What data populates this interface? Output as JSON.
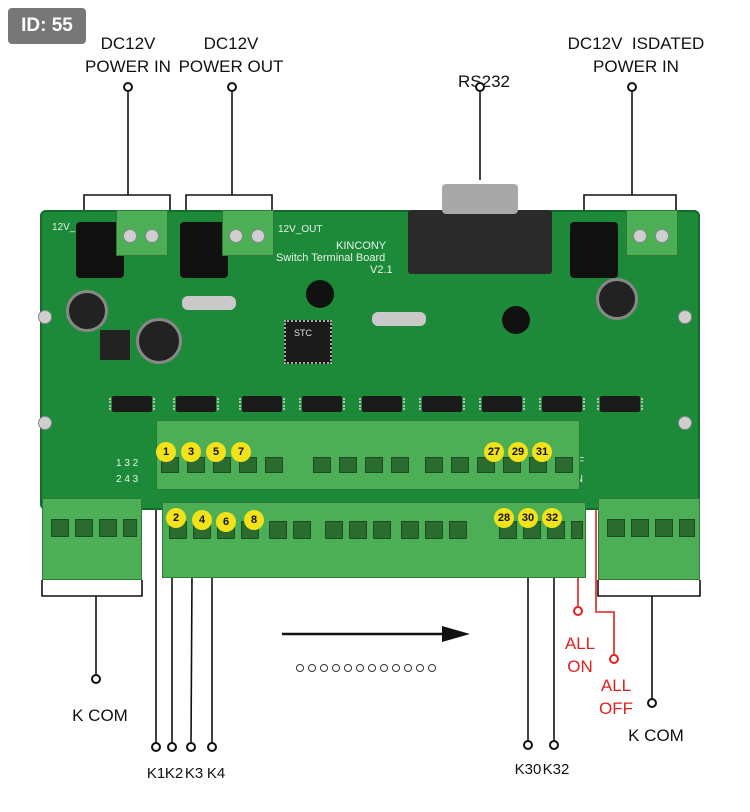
{
  "id_badge": "ID: 55",
  "labels": {
    "power_in": "DC12V\nPOWER IN",
    "power_out": "DC12V\nPOWER OUT",
    "rs232": "RS232",
    "isolated_power_in": "DC12V  ISDATED\nPOWER IN",
    "k_com_left": "K COM",
    "k_com_right": "K COM",
    "k1": "K1",
    "k2": "K2",
    "k3": "K3",
    "k4": "K4",
    "k30": "K30",
    "k32": "K32",
    "all_on": "ALL\nON",
    "all_off": "ALL\nOFF"
  },
  "board": {
    "brand": "KINCONY",
    "name": "Switch Terminal Board",
    "version": "V2.1",
    "silk_12v_in": "12V_",
    "silk_12v_out": "12V_OUT",
    "silk_off": "OFF",
    "silk_on": "ON",
    "silk_dip1": "1 3 2",
    "silk_dip2": "2 4 3",
    "chip": "STC"
  },
  "terminal_numbers": {
    "top_row": [
      "1",
      "3",
      "5",
      "7",
      "27",
      "29",
      "31"
    ],
    "bottom_row": [
      "2",
      "4",
      "6",
      "8",
      "28",
      "30",
      "32"
    ]
  },
  "colors": {
    "pcb": "#1d8a3a",
    "terminal": "#4cae55",
    "badge": "#f2e21a",
    "red_wire": "#e02020"
  }
}
